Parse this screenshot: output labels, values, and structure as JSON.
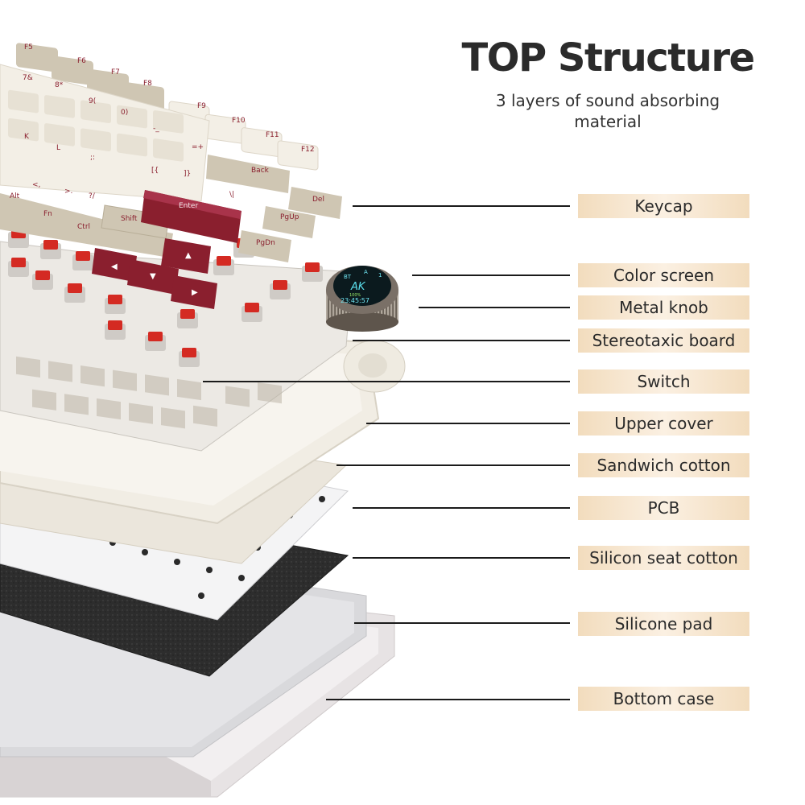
{
  "header": {
    "title": "TOP Structure",
    "subtitle_lines": [
      "3 layers of sound absorbing",
      "material"
    ]
  },
  "labels": [
    "Keycap",
    "Color screen",
    "Metal knob",
    "Stereotaxic board",
    "Switch",
    "Upper cover",
    "Sandwich cotton",
    "PCB",
    "Silicon seat cotton",
    "Silicone pad",
    "Bottom case"
  ],
  "keyboard": {
    "keycaps": [
      "F5",
      "F6",
      "F7",
      "F8",
      "F9",
      "F10",
      "F11",
      "F12",
      "7&",
      "8*",
      "9(",
      "0)",
      "-_",
      "=+",
      "K",
      "L",
      ";:",
      "[{",
      "]}",
      "Back",
      "<,",
      ">.",
      "?/",
      "\\|",
      "Alt",
      "Fn",
      "Ctrl",
      "Shift",
      "Enter",
      "Del",
      "PgUp",
      "PgDn"
    ],
    "screen": {
      "time": "23:45:57",
      "brand": "AK",
      "indicators": [
        "BT",
        "A",
        "1"
      ],
      "battery": "100%"
    }
  },
  "colors": {
    "accent_bar": "#f2dcbd",
    "maroon_keys": "#8a1f2e",
    "switch_red": "#d42a22",
    "beige_keys": "#cfc6b3",
    "cream_keys": "#f3efe6",
    "foam": "#2b2b2b"
  }
}
